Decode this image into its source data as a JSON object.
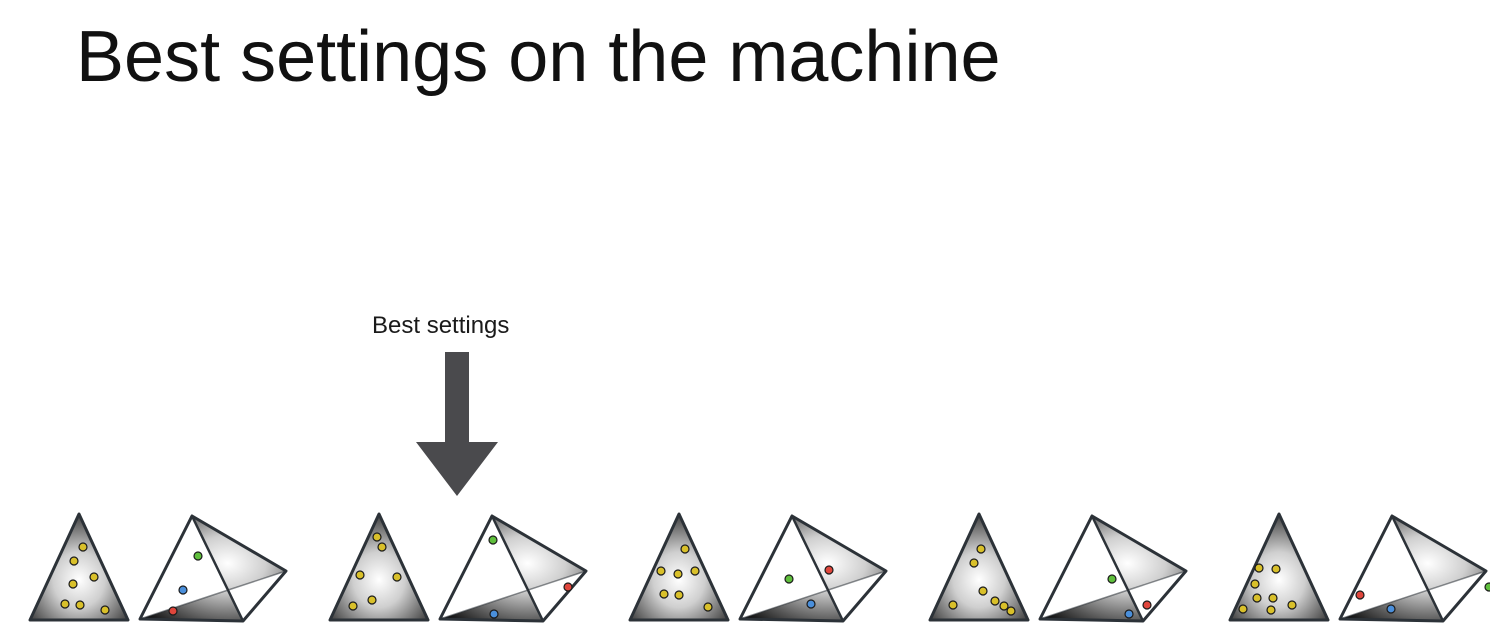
{
  "slide": {
    "title": "Best settings on the machine"
  },
  "callout": {
    "label": "Best settings",
    "target_pair_index": 1
  },
  "colors": {
    "arrow": "#4a4a4d",
    "shape_outline": "#2c3238",
    "dot_yellow": "#d9c02a",
    "dot_green": "#5fbf3c",
    "dot_blue": "#4a8fdb",
    "dot_red": "#e0463c"
  },
  "shape_pairs": [
    {
      "triangle_dots": [
        "yellow",
        "yellow",
        "yellow",
        "yellow",
        "yellow",
        "yellow",
        "yellow"
      ],
      "tetra_dots": [
        "green",
        "blue",
        "red"
      ]
    },
    {
      "triangle_dots": [
        "yellow",
        "yellow",
        "yellow",
        "yellow",
        "yellow",
        "yellow"
      ],
      "tetra_dots": [
        "green",
        "red",
        "blue"
      ]
    },
    {
      "triangle_dots": [
        "yellow",
        "yellow",
        "yellow",
        "yellow",
        "yellow",
        "yellow",
        "yellow"
      ],
      "tetra_dots": [
        "green",
        "red",
        "blue"
      ]
    },
    {
      "triangle_dots": [
        "yellow",
        "yellow",
        "yellow",
        "yellow",
        "yellow",
        "yellow",
        "yellow"
      ],
      "tetra_dots": [
        "green",
        "red",
        "blue"
      ]
    },
    {
      "triangle_dots": [
        "yellow",
        "yellow",
        "yellow",
        "yellow",
        "yellow",
        "yellow",
        "yellow",
        "yellow"
      ],
      "tetra_dots": [
        "red",
        "green",
        "blue"
      ]
    }
  ]
}
